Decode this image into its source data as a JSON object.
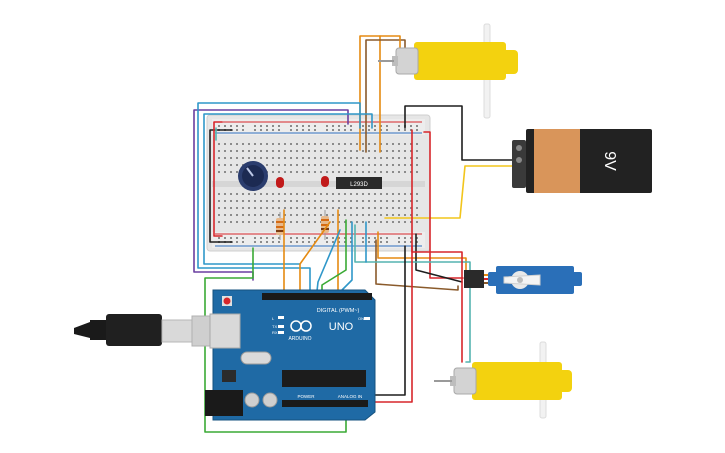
{
  "battery": {
    "label": "9V"
  },
  "driver_ic": {
    "label": "L293D"
  },
  "arduino": {
    "model": "UNO",
    "brand": "ARDUINO",
    "digital_header": "DIGITAL (PWM~)",
    "power_header": "POWER",
    "analog_header": "ANALOG IN",
    "tx": "TX",
    "rx": "RX",
    "on": "ON",
    "l": "L"
  },
  "wire_colors": {
    "red": "#d7262b",
    "black": "#1e1e1e",
    "blue": "#2f97c9",
    "purple": "#6a3fa0",
    "green": "#3aaa35",
    "orange": "#e58a12",
    "brown": "#8a5a2b",
    "yellow": "#f2c51c",
    "teal": "#55b4b0"
  },
  "colors": {
    "board": "#1f6aa5",
    "breadboard": "#e4e4e4",
    "motor": "#f3d20f",
    "battery_body": "#222222",
    "battery_wrap": "#d9955a",
    "servo": "#2a6fb8"
  }
}
